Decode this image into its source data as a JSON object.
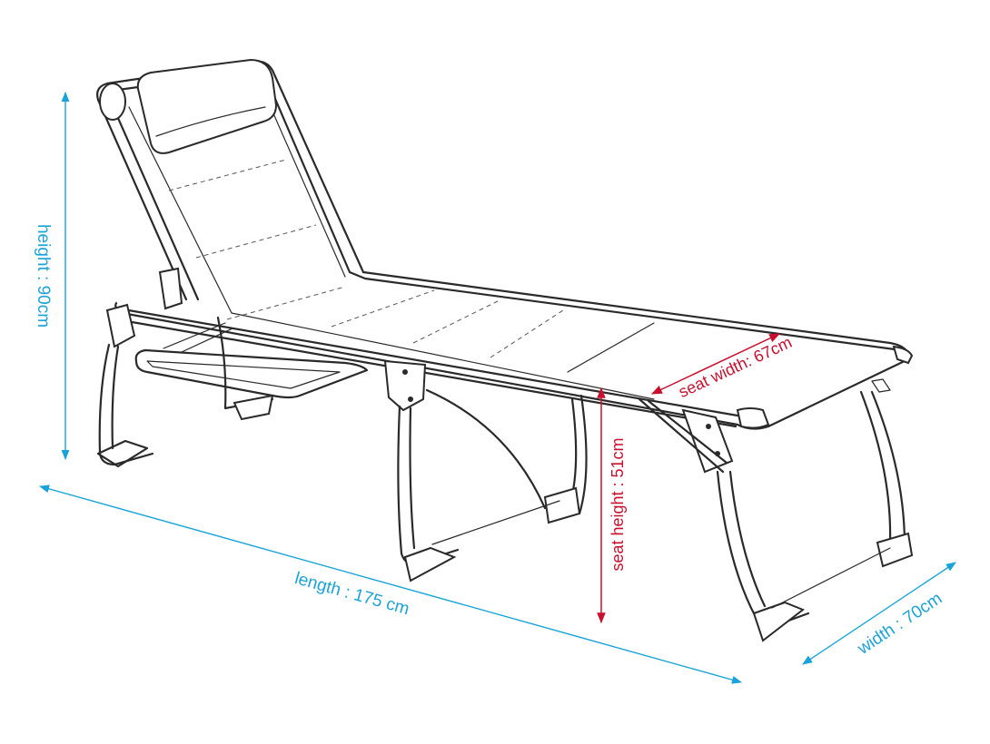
{
  "dimensions": {
    "height_label": "height : 90cm",
    "length_label": "length : 175 cm",
    "width_label": "width : 70cm",
    "seat_height_label": "seat height : 51cm",
    "seat_width_label": "seat width: 67cm"
  },
  "colors": {
    "overall_dimension": "#1aa3d9",
    "seat_dimension": "#c8102e",
    "outline": "#2a2a2a"
  }
}
